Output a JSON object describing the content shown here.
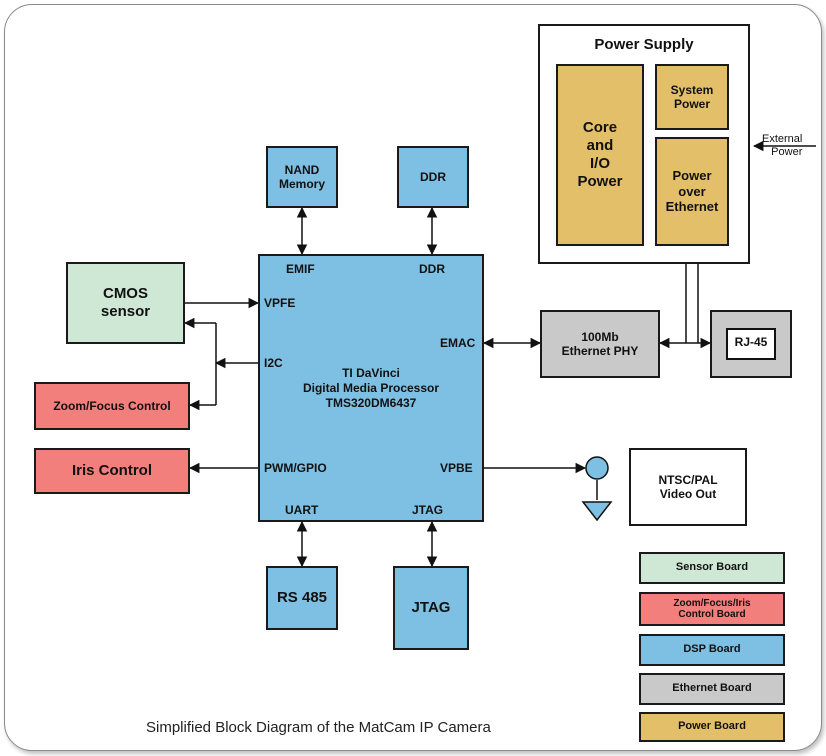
{
  "power_supply": {
    "title": "Power Supply",
    "core": "Core\nand\nI/O\nPower",
    "system": "System\nPower",
    "poe": "Power\nover\nEthernet"
  },
  "external_power": "External\nPower",
  "nand": "NAND\nMemory",
  "ddr_chip": "DDR",
  "cmos": "CMOS\nsensor",
  "zoom_focus": "Zoom/Focus Control",
  "iris": "Iris Control",
  "processor": {
    "name": "TI DaVinci\nDigital Media Processor\nTMS320DM6437",
    "ports": {
      "emif": "EMIF",
      "ddr": "DDR",
      "vpfe": "VPFE",
      "i2c": "I2C",
      "emac": "EMAC",
      "pwm_gpio": "PWM/GPIO",
      "vpbe": "VPBE",
      "uart": "UART",
      "jtag": "JTAG"
    }
  },
  "ethernet_phy": "100Mb\nEthernet PHY",
  "rj45": "RJ-45",
  "video_out": "NTSC/PAL\nVideo Out",
  "rs485": "RS 485",
  "jtag_box": "JTAG",
  "legend": {
    "sensor": "Sensor Board",
    "control": "Zoom/Focus/Iris\nControl Board",
    "dsp": "DSP Board",
    "ethernet": "Ethernet Board",
    "power": "Power Board"
  },
  "caption": "Simplified Block Diagram of the MatCam IP Camera",
  "colors": {
    "dsp": "#7ec0e4",
    "sensor": "#cfe8d5",
    "control": "#f27f7b",
    "ethernet": "#c9c9c9",
    "power": "#e3bf6a"
  }
}
